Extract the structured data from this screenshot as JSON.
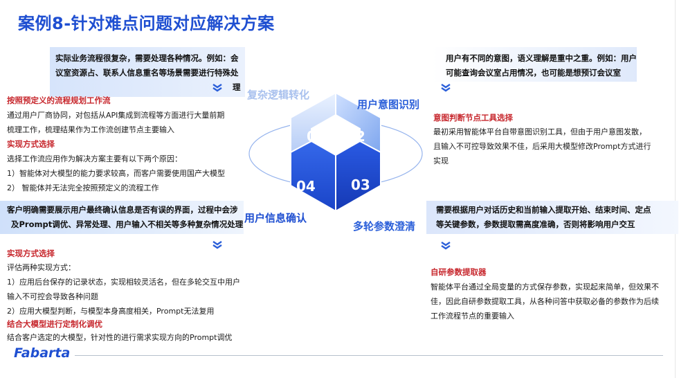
{
  "title": "案例8-针对难点问题对应解决方案",
  "logo": "Fabarta",
  "center": {
    "labels": {
      "tl": "复杂逻辑转化",
      "tr": "用户意图识别",
      "bl": "用户信息确认",
      "br": "多轮参数澄清"
    },
    "numbers": [
      "01",
      "02",
      "03",
      "04"
    ]
  },
  "top_left": {
    "band": [
      "实际业务流程很复杂，需要处理各种情况。例如：会",
      "议室资源占、联系人信息重名等场景需要进行特殊处",
      "理"
    ],
    "heading1": "按照预定义的流程规划工作流",
    "para1": [
      "通过用户厂商协同，对包括从API集成到流程等方面进行大量前期",
      "梳理工作，梳理结果作为工作流创建节点主要输入"
    ],
    "heading2": "实现方式选择",
    "para2": [
      "选择工作流应用作为解决方案主要有以下两个原因：",
      "1）智能体对大模型的能力要求较高，而客户需要使用国产大模型",
      "2） 智能体并无法完全按照预定义的流程工作"
    ]
  },
  "top_right": {
    "band": [
      "用户有不同的意图，语义理解是重中之重。例如：用户",
      "可能查询会议室占用情况，也可能是想预订会议室"
    ],
    "heading1": "意图判断节点工具选择",
    "para1": [
      "最初采用智能体平台自带意图识别工具，但由于用户意图发散，",
      "且输入不可控导致效果不佳，后采用大模型修改Prompt方式进行",
      "实现"
    ]
  },
  "bottom_left": {
    "band": [
      "客户明确需要展示用户最终确认信息是否有误的界面，过程中会涉",
      "及Prompt调优、异常处理、用户输入不相关等多种复杂情况处理"
    ],
    "heading1": "实现方式选择",
    "para1": [
      "评估两种实现方式：",
      "1）应用后台保存的记录状态，实现相较灵活名，但在多轮交互中用户",
      "输入不可控会导致各种问题",
      "2）应用大模型判断，与模型本身高度相关，Prompt无法复用"
    ],
    "heading2": "结合大模型进行定制化调优",
    "para2": [
      "结合客户选定的大模型，针对性的进行需求实现方向的Prompt调优"
    ]
  },
  "bottom_right": {
    "band": [
      "需要根据用户对话历史和当前输入提取开始、结束时间、定点",
      "等关键参数，参数提取需高度准确，否则将影响用户交互"
    ],
    "heading1": "自研参数提取器",
    "para1": [
      "智能体平台通过全局变量的方式保存参数，实现起来简单，但效果不",
      "佳，因此自研参数提取工具，从各种问答中获取必备的参数作为后续",
      "工作流程节点的重要输入"
    ]
  }
}
